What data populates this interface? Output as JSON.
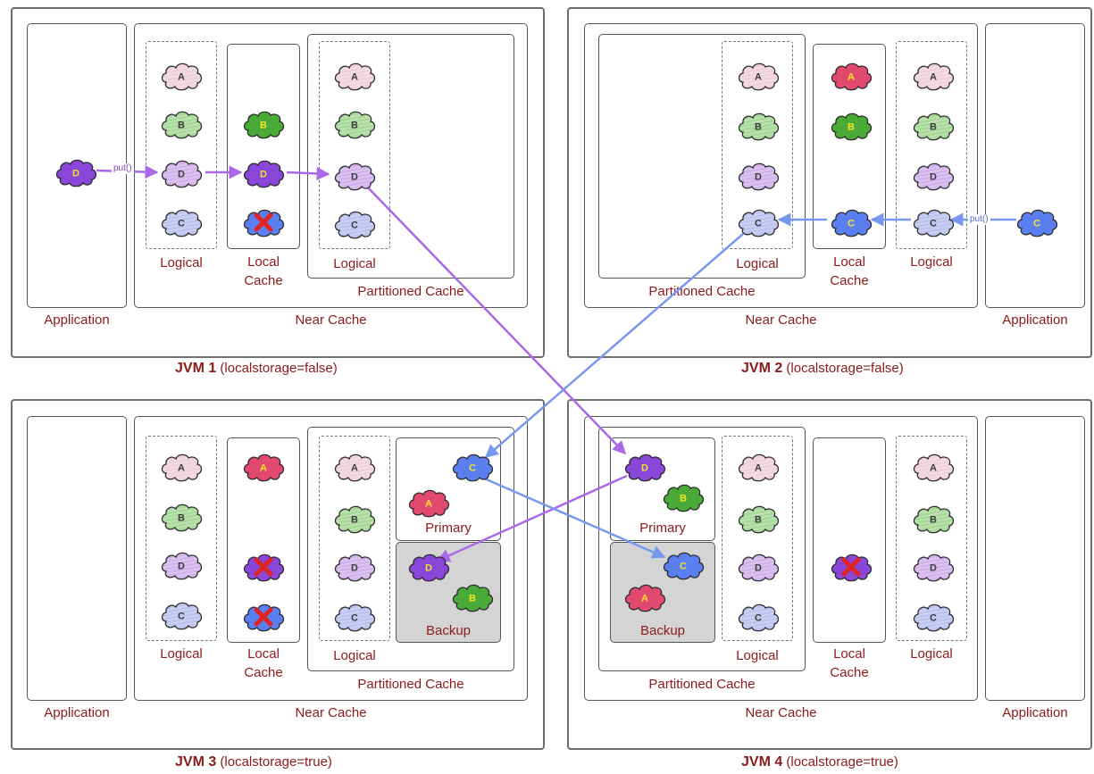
{
  "labels": {
    "application": "Application",
    "near_cache": "Near Cache",
    "partitioned_cache": "Partitioned Cache",
    "logical": "Logical",
    "local_cache": "Local\nCache",
    "primary": "Primary",
    "backup": "Backup",
    "put": "put()"
  },
  "jvms": [
    {
      "name": "JVM 1",
      "config": "(localstorage=false)"
    },
    {
      "name": "JVM 2",
      "config": "(localstorage=false)"
    },
    {
      "name": "JVM 3",
      "config": "(localstorage=true)"
    },
    {
      "name": "JVM 4",
      "config": "(localstorage=true)"
    }
  ],
  "entries": {
    "A": "A",
    "B": "B",
    "C": "C",
    "D": "D"
  },
  "colors": {
    "logical_A": "#f0d2dc",
    "logical_B": "#a9d99b",
    "logical_C": "#bcc4ef",
    "logical_D": "#d3b4ec",
    "real_A": "#e2496f",
    "real_B": "#4aaa37",
    "real_C": "#5a7ff0",
    "real_D": "#8a45d9",
    "arrow": "#a868e8",
    "arrow_blue": "#7898f0",
    "label_red": "#8b1a1a",
    "cross": "#e02424"
  }
}
